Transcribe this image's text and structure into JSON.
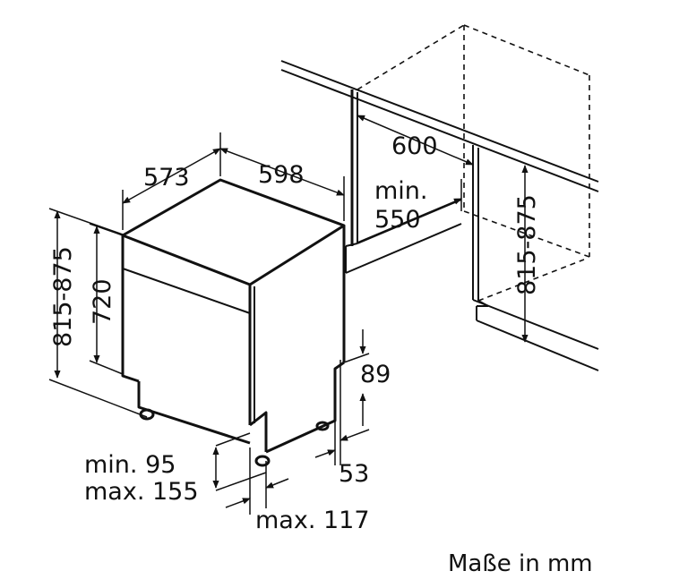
{
  "diagram": {
    "labels": {
      "depth_573": "573",
      "width_598": "598",
      "niche_width_600": "600",
      "niche_depth_min": "min.",
      "niche_depth_550": "550",
      "niche_height_815_875": "815-875",
      "height_815_875": "815-875",
      "height_720": "720",
      "plinth_89": "89",
      "plinth_53": "53",
      "feet_min_95": "min. 95",
      "feet_max_155": "max. 155",
      "toe_max_117": "max. 117"
    },
    "caption": "Maße in mm"
  }
}
